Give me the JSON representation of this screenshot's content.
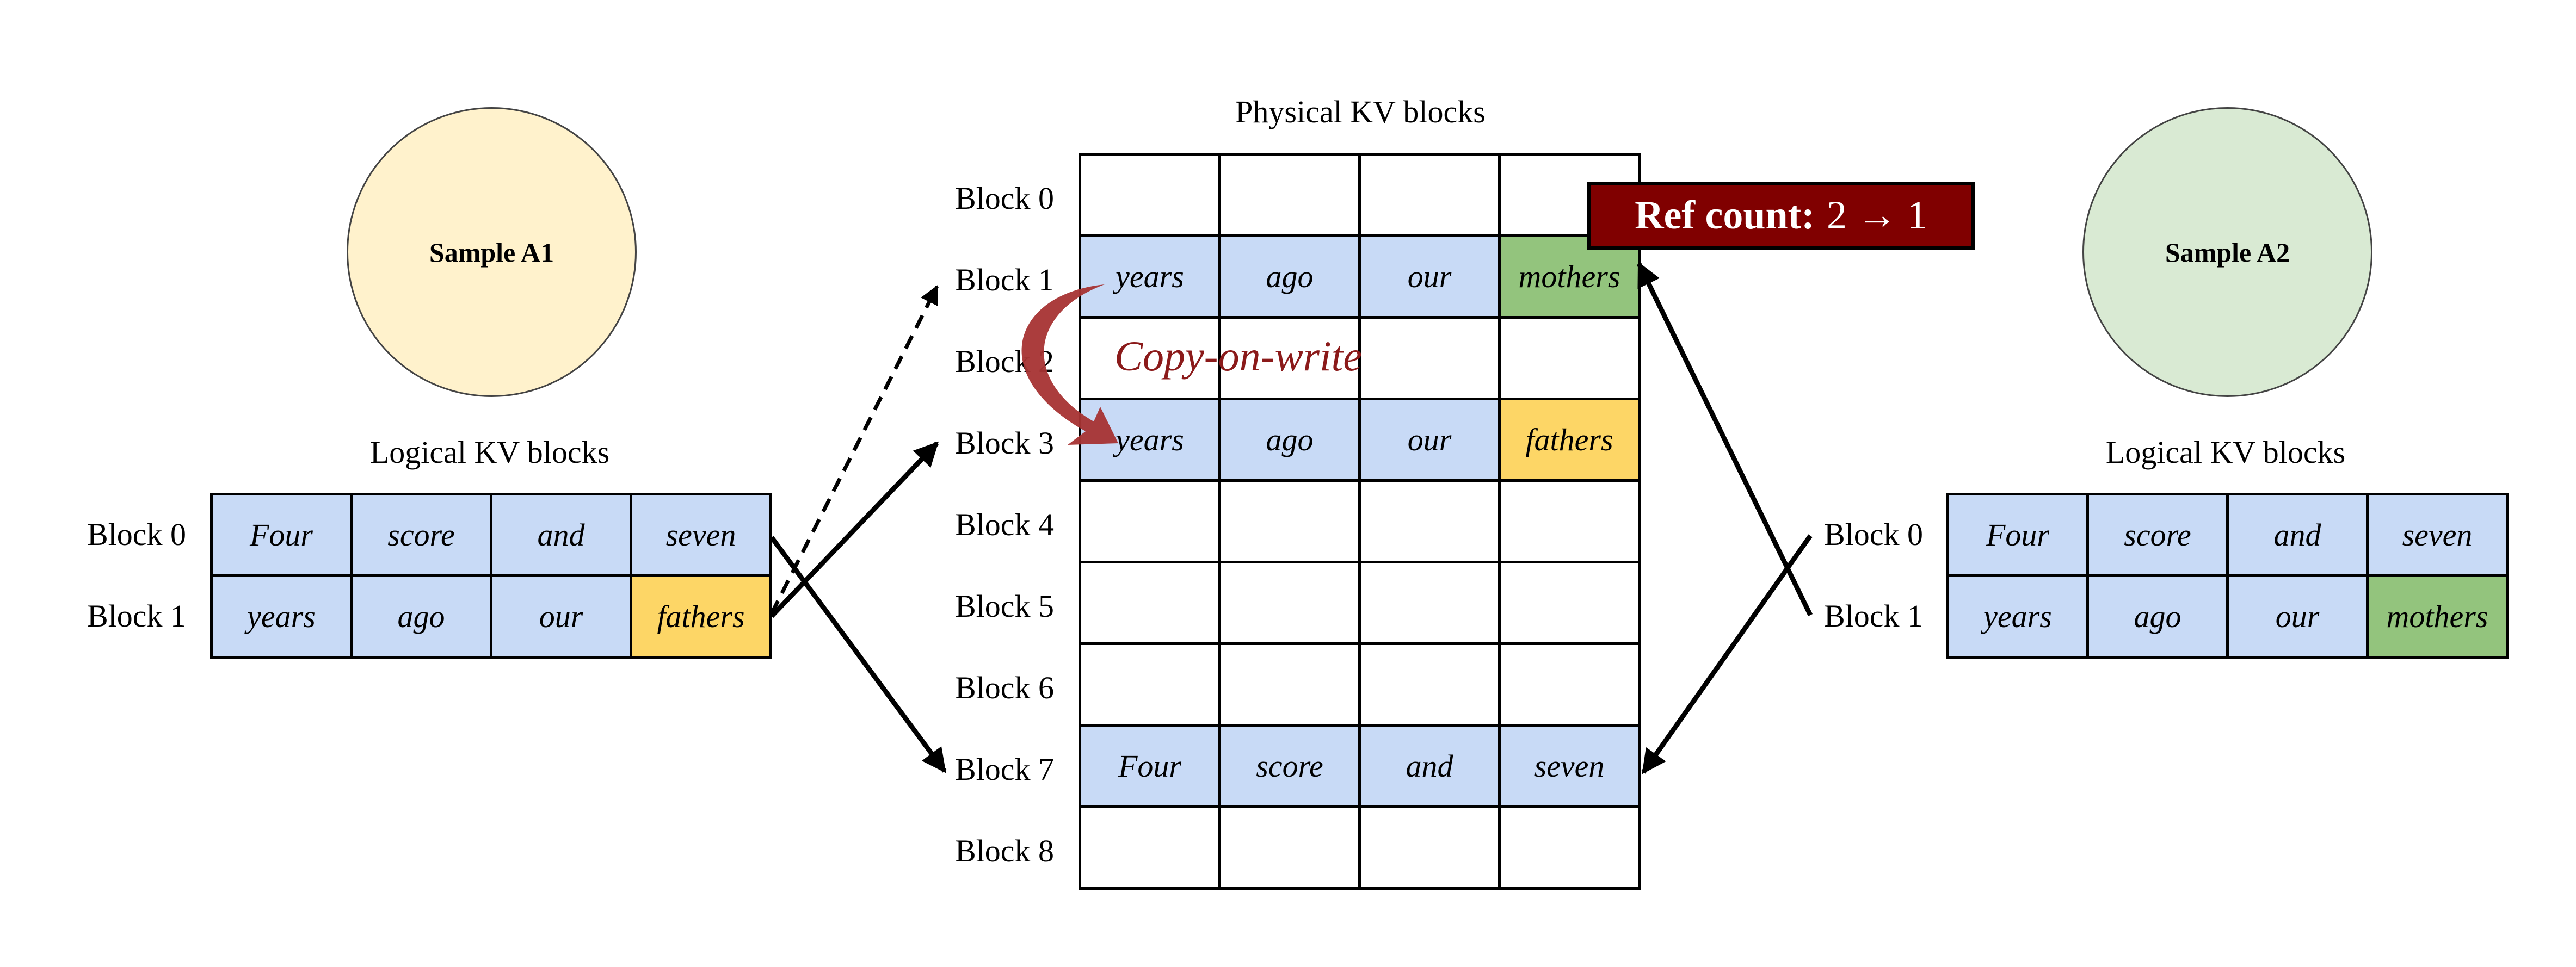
{
  "physical": {
    "title": "Physical KV blocks",
    "row_labels": [
      "Block 0",
      "Block 1",
      "Block 2",
      "Block 3",
      "Block 4",
      "Block 5",
      "Block 6",
      "Block 7",
      "Block 8"
    ],
    "rows": [
      [
        "",
        "",
        "",
        ""
      ],
      [
        "years",
        "ago",
        "our",
        "mothers"
      ],
      [
        "",
        "",
        "",
        ""
      ],
      [
        "years",
        "ago",
        "our",
        "fathers"
      ],
      [
        "",
        "",
        "",
        ""
      ],
      [
        "",
        "",
        "",
        ""
      ],
      [
        "",
        "",
        "",
        ""
      ],
      [
        "Four",
        "score",
        "and",
        "seven"
      ],
      [
        "",
        "",
        "",
        ""
      ]
    ]
  },
  "sample_a1": {
    "name": "Sample A1",
    "logical_title": "Logical KV blocks",
    "row_labels": [
      "Block 0",
      "Block 1"
    ],
    "rows": [
      [
        "Four",
        "score",
        "and",
        "seven"
      ],
      [
        "years",
        "ago",
        "our",
        "fathers"
      ]
    ]
  },
  "sample_a2": {
    "name": "Sample A2",
    "logical_title": "Logical KV blocks",
    "row_labels": [
      "Block 0",
      "Block 1"
    ],
    "rows": [
      [
        "Four",
        "score",
        "and",
        "seven"
      ],
      [
        "years",
        "ago",
        "our",
        "mothers"
      ]
    ]
  },
  "ref_count": {
    "label": "Ref count:",
    "value": "2 → 1"
  },
  "copy_on_write": "Copy-on-write",
  "colors": {
    "cell_blue": "#c8daf6",
    "cell_yellow": "#fdd666",
    "cell_green": "#93c47d",
    "circle_a1": "#fff2cc",
    "circle_a2": "#d9ead3",
    "ref_box": "#800000",
    "copy_on_write": "#8b1a1a"
  }
}
